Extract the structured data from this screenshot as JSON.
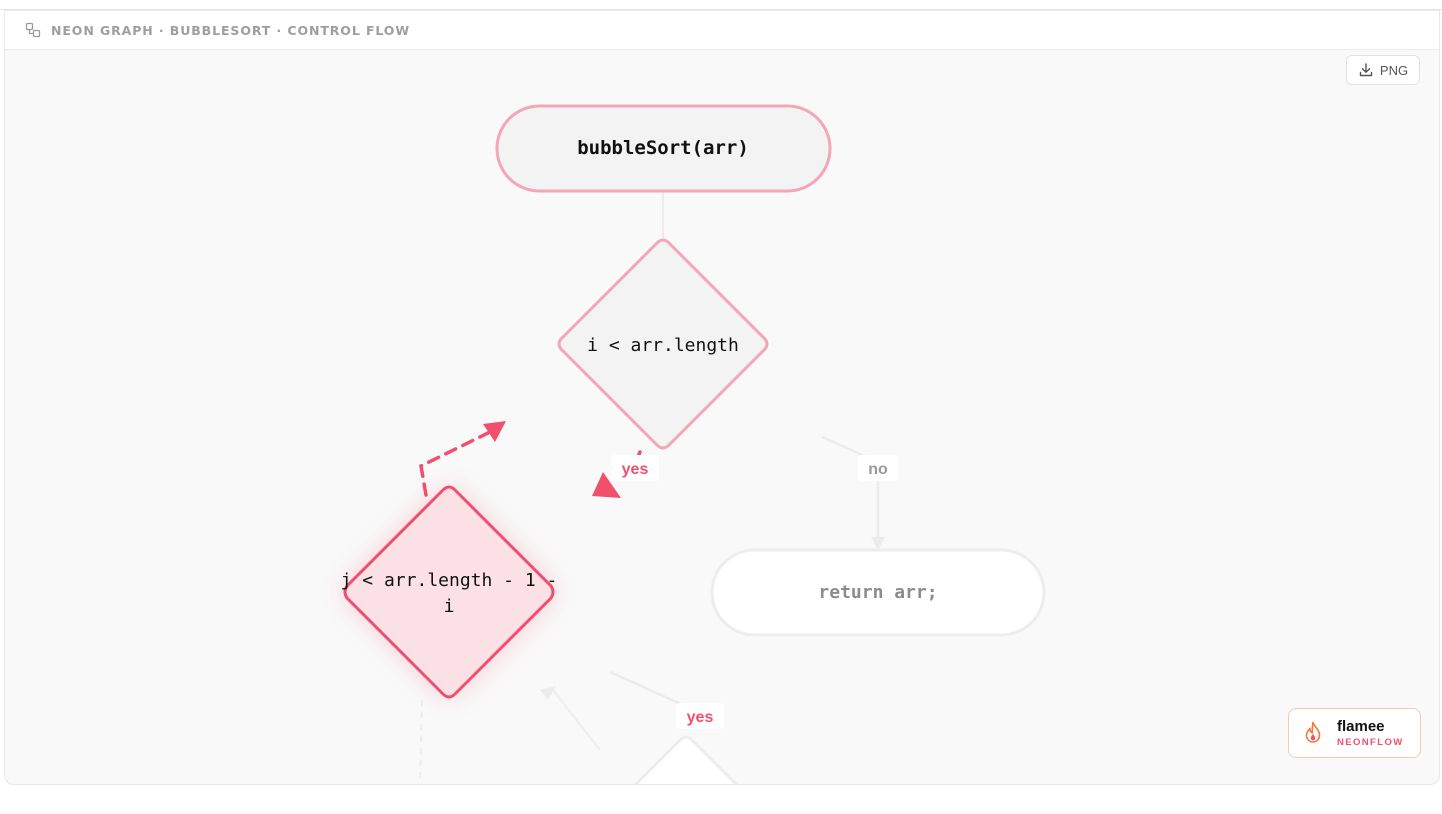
{
  "header": {
    "title": "NEON GRAPH · BUBBLESORT · CONTROL FLOW",
    "icon": "graph-nodes-icon"
  },
  "toolbar": {
    "png_label": "PNG",
    "png_icon": "download-icon"
  },
  "diagram": {
    "nodes": {
      "start": "bubbleSort(arr)",
      "outer_condition": "i < arr.length",
      "inner_condition_line1": "j < arr.length - 1 -",
      "inner_condition_line2": "i",
      "return": "return arr;"
    },
    "edges": {
      "outer_yes": "yes",
      "outer_no": "no",
      "inner_yes": "yes"
    }
  },
  "badge": {
    "name": "flamee",
    "subtitle": "NEONFLOW",
    "icon": "flame-icon"
  },
  "colors": {
    "accent": "#f0506e",
    "accent_soft": "#f3a6b8",
    "node_fill": "#f3f3f3",
    "active_fill": "#fbe0e5"
  }
}
